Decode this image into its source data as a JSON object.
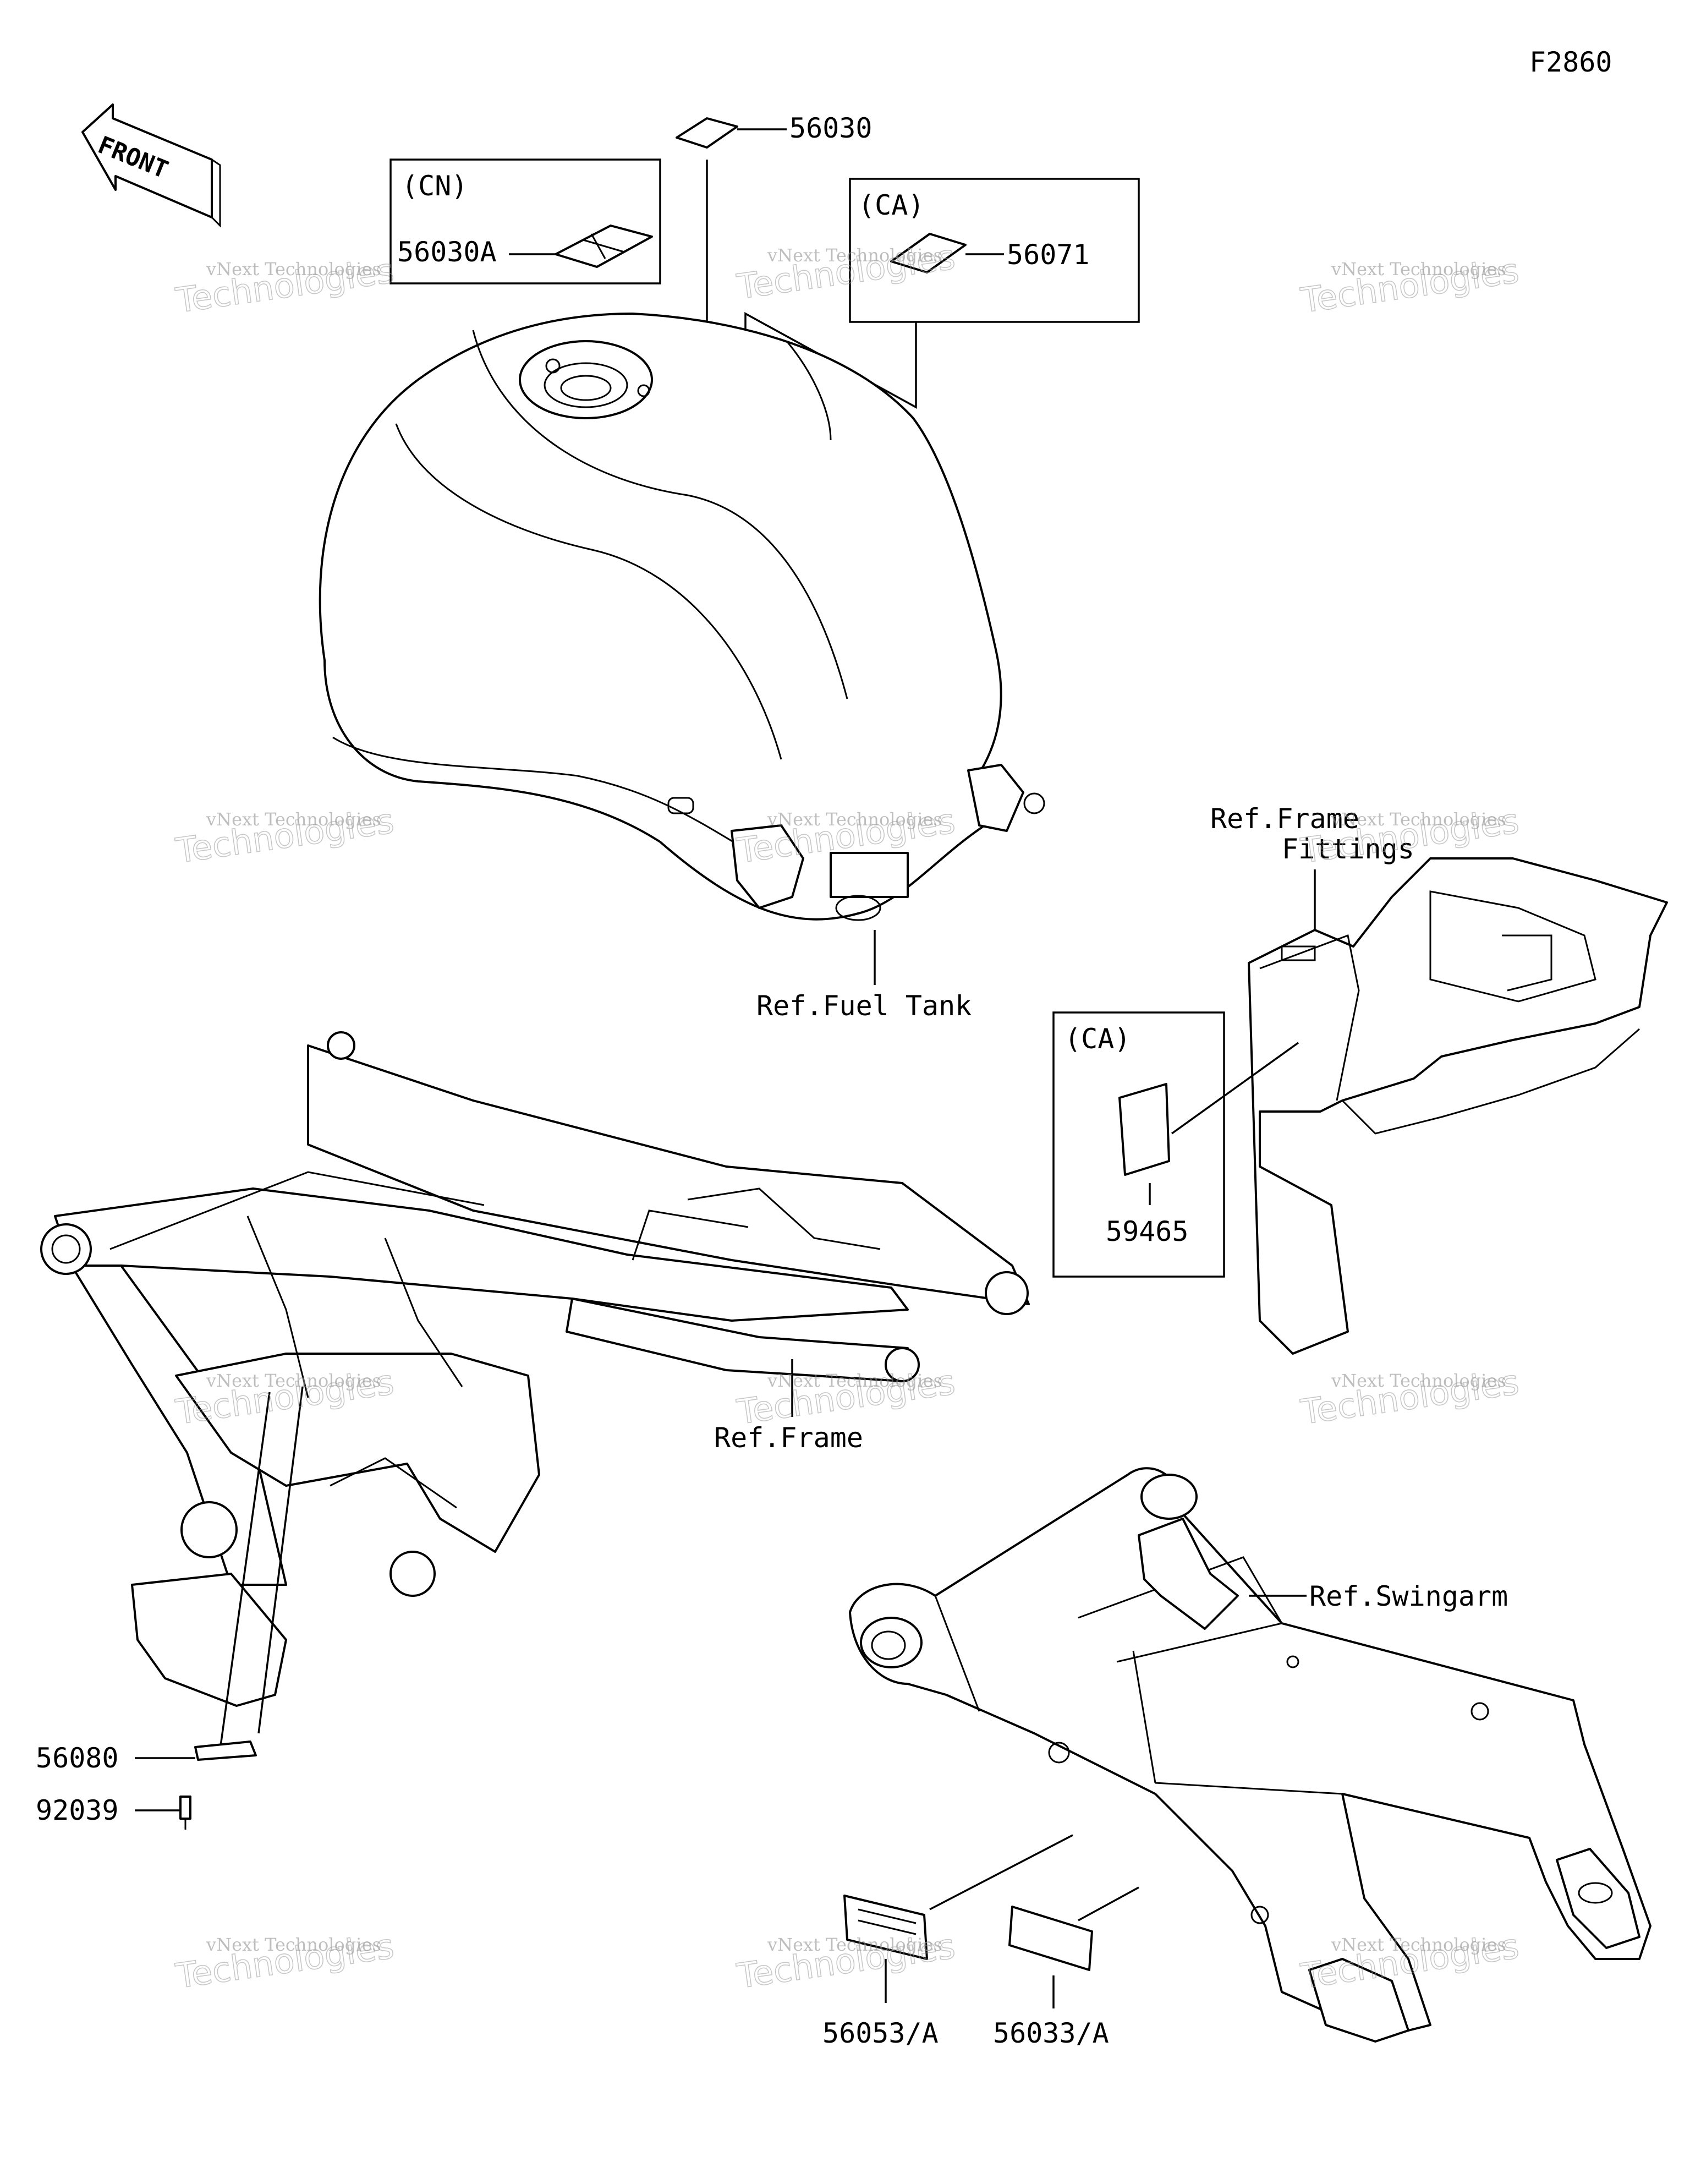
{
  "diagram": {
    "code": "F2860",
    "front_label": "FRONT",
    "region_tags": {
      "cn": "(CN)",
      "ca_top": "(CA)",
      "ca_side": "(CA)"
    },
    "parts": {
      "p56030": "56030",
      "p56030A": "56030A",
      "p56071": "56071",
      "p59465": "59465",
      "p56080": "56080",
      "p92039": "92039",
      "p56053A": "56053/A",
      "p56033A": "56033/A"
    },
    "references": {
      "fuel_tank": "Ref.Fuel Tank",
      "frame_fittings_1": "Ref.Frame",
      "frame_fittings_2": "Fittings",
      "frame": "Ref.Frame",
      "swingarm": "Ref.Swingarm"
    },
    "watermark": {
      "line1": "vNext Technologies",
      "line2": "Technologies",
      "line3": "vNext"
    }
  }
}
